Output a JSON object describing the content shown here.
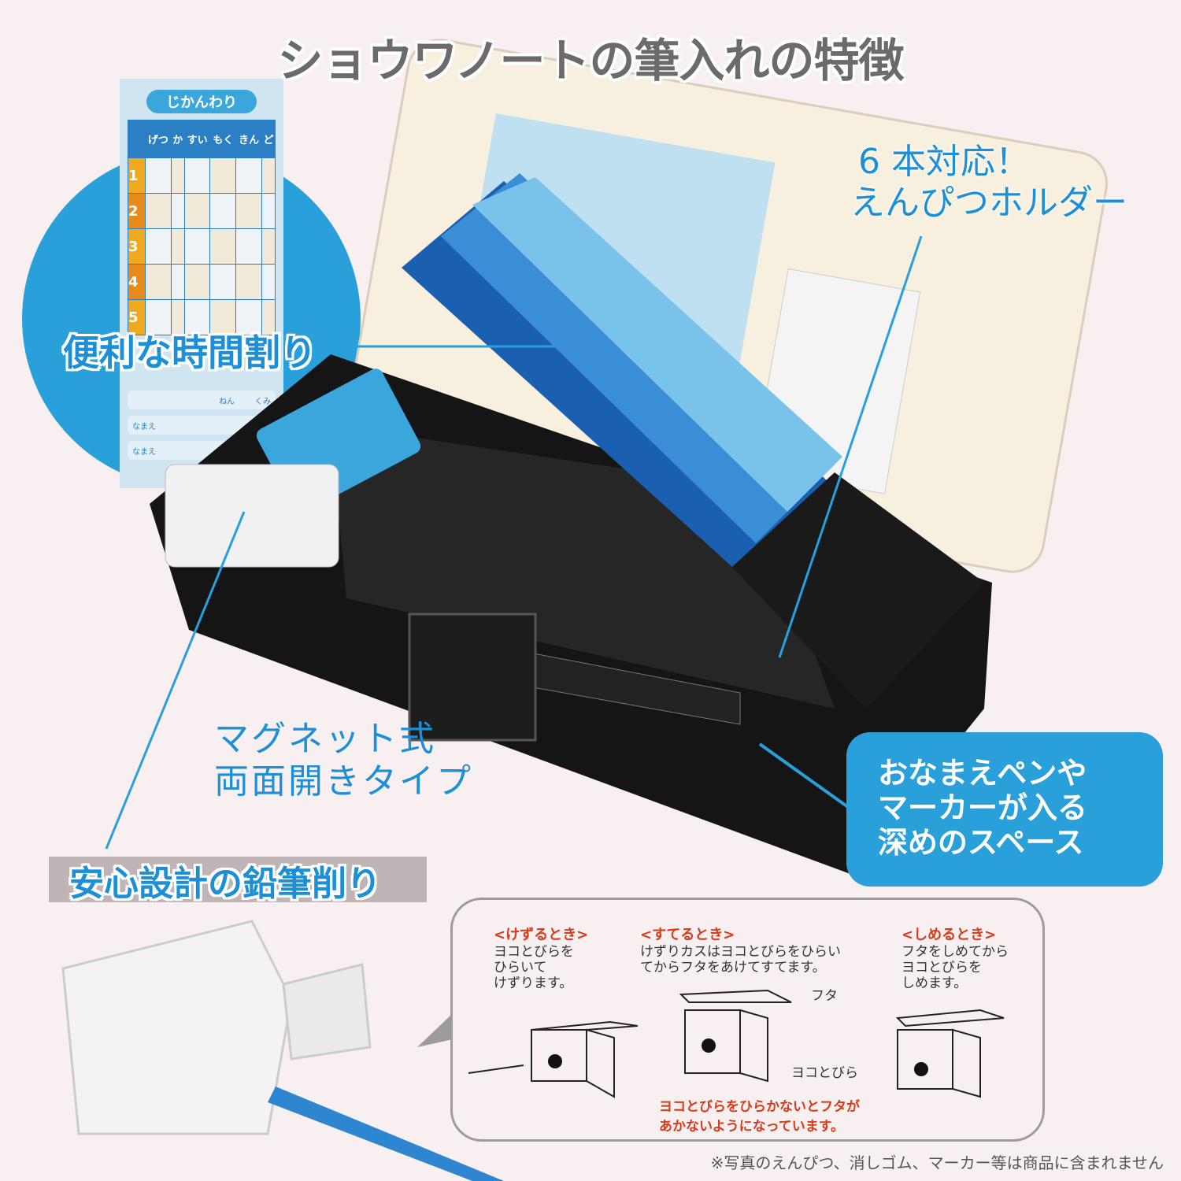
{
  "title": "ショウワノートの筆入れの特徴",
  "timetable": {
    "title": "じかんわり",
    "days": [
      "げつ",
      "か",
      "すい",
      "もく",
      "きん",
      "ど"
    ],
    "periods": [
      "1",
      "2",
      "3",
      "4",
      "5"
    ],
    "grade_label": "ねん",
    "class_label": "くみ",
    "name_label": "なまえ"
  },
  "features": {
    "timetable": "便利な時間割り",
    "pencil_holder": [
      "6 本対応！",
      "えんぴつホルダー"
    ],
    "magnet": [
      "マグネット式",
      "両面開きタイプ"
    ],
    "space": [
      "おなまえペンや",
      "マーカーが入る",
      "深めのスペース"
    ],
    "sharpener": "安心設計の鉛筆削り"
  },
  "steps": [
    {
      "heading": "<けずるとき>",
      "text": [
        "ヨコとびらを",
        "ひらいて",
        "けずります。"
      ]
    },
    {
      "heading": "<すてるとき>",
      "text": [
        "けずりカスはヨコとびらをひらい",
        "てからフタをあけてすてます。"
      ]
    },
    {
      "heading": "<しめるとき>",
      "text": [
        "フタをしめてから",
        "ヨコとびらを",
        "しめます。"
      ]
    }
  ],
  "diagram_labels": {
    "lid": "フタ",
    "side_door": "ヨコとびら",
    "warning": [
      "ヨコとびらをひらかないとフタが",
      "あかないようになっています。"
    ]
  },
  "brand": "ショウワノート",
  "footnote": "※写真のえんぴつ、消しゴム、マーカー等は商品に含まれません",
  "colors": {
    "accent_blue": "#2aa0db",
    "background": "#f8eff1",
    "warning_red": "#d83a1a"
  }
}
